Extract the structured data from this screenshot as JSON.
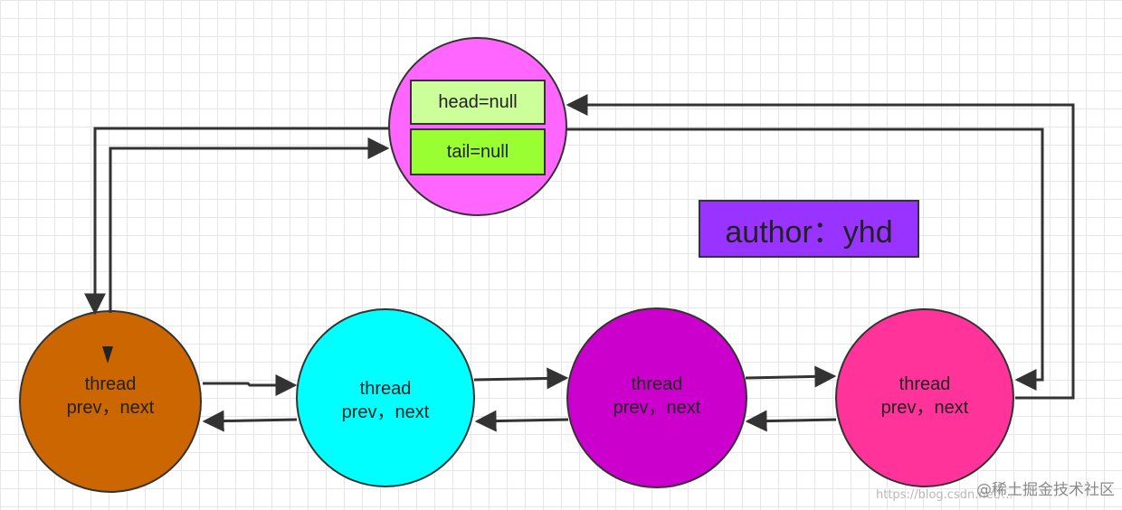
{
  "sync_node": {
    "head_label": "head=null",
    "tail_label": "tail=null"
  },
  "thread_nodes": [
    {
      "line1": "thread",
      "line2": "prev，next",
      "color": "#cc6600"
    },
    {
      "line1": "thread",
      "line2": "prev，next",
      "color": "#00ffff"
    },
    {
      "line1": "thread",
      "line2": "prev，next",
      "color": "#cc00cc"
    },
    {
      "line1": "thread",
      "line2": "prev，next",
      "color": "#ff3399"
    }
  ],
  "author_label": "author：yhd",
  "watermark": "@稀土掘金技术社区",
  "watermark_url": "https://blog.csdn.net/...",
  "colors": {
    "sync_node": "#ff66ff",
    "head_box": "#ccff99",
    "tail_box": "#99ff33",
    "author_box": "#9933ff",
    "stroke": "#333333"
  }
}
